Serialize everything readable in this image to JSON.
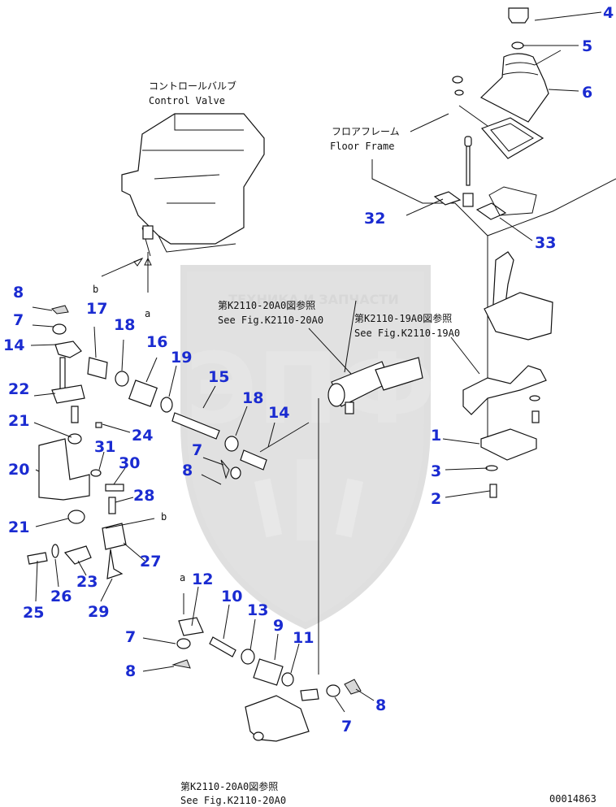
{
  "diagram": {
    "labels": {
      "control_valve_jp": "コントロールバルブ",
      "control_valve_en": "Control Valve",
      "floor_frame_jp": "フロアフレーム",
      "floor_frame_en": "Floor Frame",
      "ref_20a0_jp": "第K2110-20A0図参照",
      "ref_20a0_en": "See Fig.K2110-20A0",
      "ref_19a0_jp": "第K2110-19A0図参照",
      "ref_19a0_en": "See Fig.K2110-19A0",
      "ref_bottom_jp": "第K2110-20A0図参照",
      "ref_bottom_en": "See Fig.K2110-20A0",
      "letter_a_top": "a",
      "letter_b_top": "b",
      "letter_b_mid": "b",
      "letter_a_low": "a",
      "drawing_number": "00014863",
      "watermark_text": "ТЕХНИКА И ЗАПЧАСТИ",
      "watermark_logo": "ЭПФ"
    },
    "callouts": [
      "4",
      "5",
      "6",
      "32",
      "33",
      "8",
      "7",
      "14",
      "17",
      "18",
      "16",
      "19",
      "15",
      "18",
      "14",
      "22",
      "21",
      "24",
      "31",
      "20",
      "30",
      "28",
      "21",
      "27",
      "25",
      "26",
      "23",
      "29",
      "7",
      "8",
      "12",
      "10",
      "13",
      "9",
      "11",
      "7",
      "8",
      "8",
      "7",
      "1",
      "3",
      "2"
    ],
    "colors": {
      "callout": "#1a2bd1",
      "line": "#111111",
      "watermark": "#c9c9c9"
    }
  }
}
